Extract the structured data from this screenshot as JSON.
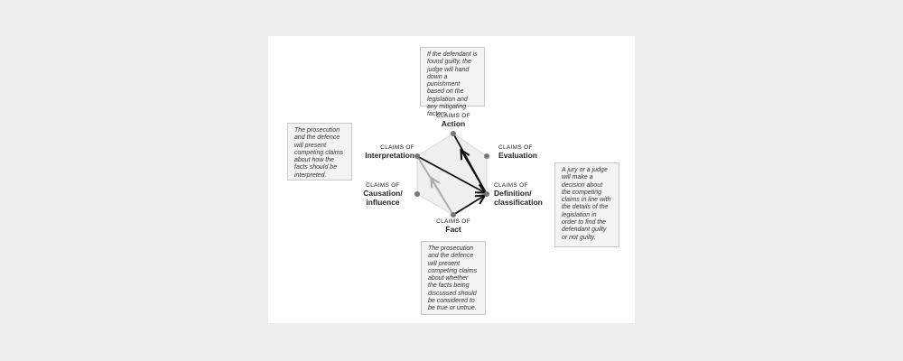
{
  "notes": {
    "top": "If the defendant is found guilty, the judge will hand down a punishment based on the legislation and any mitigating factors.",
    "left": "The prosecution and the defence will present competing claims about how the facts should be interpreted.",
    "right": "A jury or a judge will make a decision about the competing claims in line with the details of the legislation in order to find the defendant guilty or not guilty.",
    "bottom": "The prosecution and the defence will present competing claims about whether the facts being discussed should be considered to be true or untrue."
  },
  "claims": {
    "action": {
      "prefix": "CLAIMS  OF",
      "name": "Action"
    },
    "evaluation": {
      "prefix": "CLAIMS OF",
      "name": "Evaluation"
    },
    "definition": {
      "prefix": "CLAIMS OF",
      "name": "Definition/ classification"
    },
    "fact": {
      "prefix": "CLAIMS OF",
      "name": "Fact"
    },
    "causation": {
      "prefix": "CLAIMS OF",
      "name": "Causation/ influence"
    },
    "interpretation": {
      "prefix": "CLAIMS OF",
      "name": "Interpretation"
    }
  },
  "colors": {
    "hexagon_fill": "#efefef",
    "hexagon_stroke": "#d6d6d6",
    "node": "#777777",
    "arrow_dark": "#111111",
    "arrow_light": "#aaaaaa"
  }
}
